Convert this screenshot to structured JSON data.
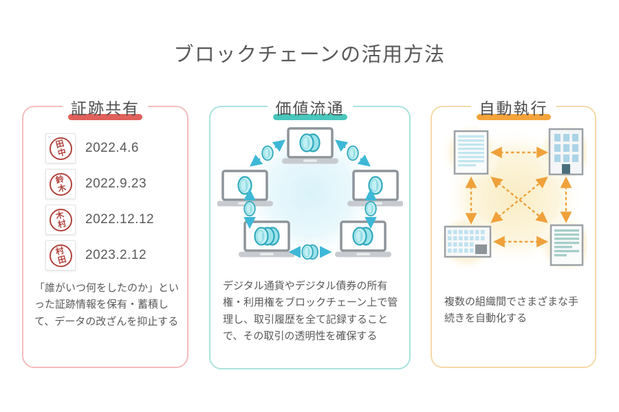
{
  "title": "ブロックチェーンの活用方法",
  "text_color": "#595959",
  "panels": {
    "evidence": {
      "header": "証跡共有",
      "accent_color": "#E0605A",
      "border_color": "#F5BCBC",
      "stamp_color": "#B0413B",
      "stamps": [
        {
          "name": "田中",
          "date": "2022.4.6"
        },
        {
          "name": "鈴木",
          "date": "2022.9.23"
        },
        {
          "name": "木村",
          "date": "2022.12.12"
        },
        {
          "name": "村田",
          "date": "2023.2.12"
        }
      ],
      "description": "「誰がいつ何をしたのか」といった証跡情報を保有・蓄積して、データの改ざんを抑止する"
    },
    "value": {
      "header": "価値流通",
      "accent_color": "#49C7BC",
      "border_color": "#A9E3DE",
      "coin_fill_color": "#C2EFF3",
      "coin_outline_color": "#2FA8BC",
      "arrow_color": "#3EB8D6",
      "nodes": [
        {
          "position": "top",
          "coins": 2
        },
        {
          "position": "middle-left",
          "coins": 1
        },
        {
          "position": "middle-right",
          "coins": 1
        },
        {
          "position": "bottom-left",
          "coins": 3
        },
        {
          "position": "bottom-right",
          "coins": 2
        }
      ],
      "description": "デジタル通貨やデジタル債券の所有権・利用権をブロックチェーン上で管理し、取引履歴を全て記録することで、その取引の透明性を確保する"
    },
    "automation": {
      "header": "自動執行",
      "accent_color": "#F5A43C",
      "border_color": "#F6D9A6",
      "arrow_color": "#EFA13B",
      "nodes": [
        {
          "position": "top-left",
          "type": "document-blue"
        },
        {
          "position": "top-right",
          "type": "building-tall"
        },
        {
          "position": "bottom-left",
          "type": "building-wide"
        },
        {
          "position": "bottom-right",
          "type": "document-teal"
        }
      ],
      "description": "複数の組織間でさまざまな手続きを自動化する"
    }
  }
}
